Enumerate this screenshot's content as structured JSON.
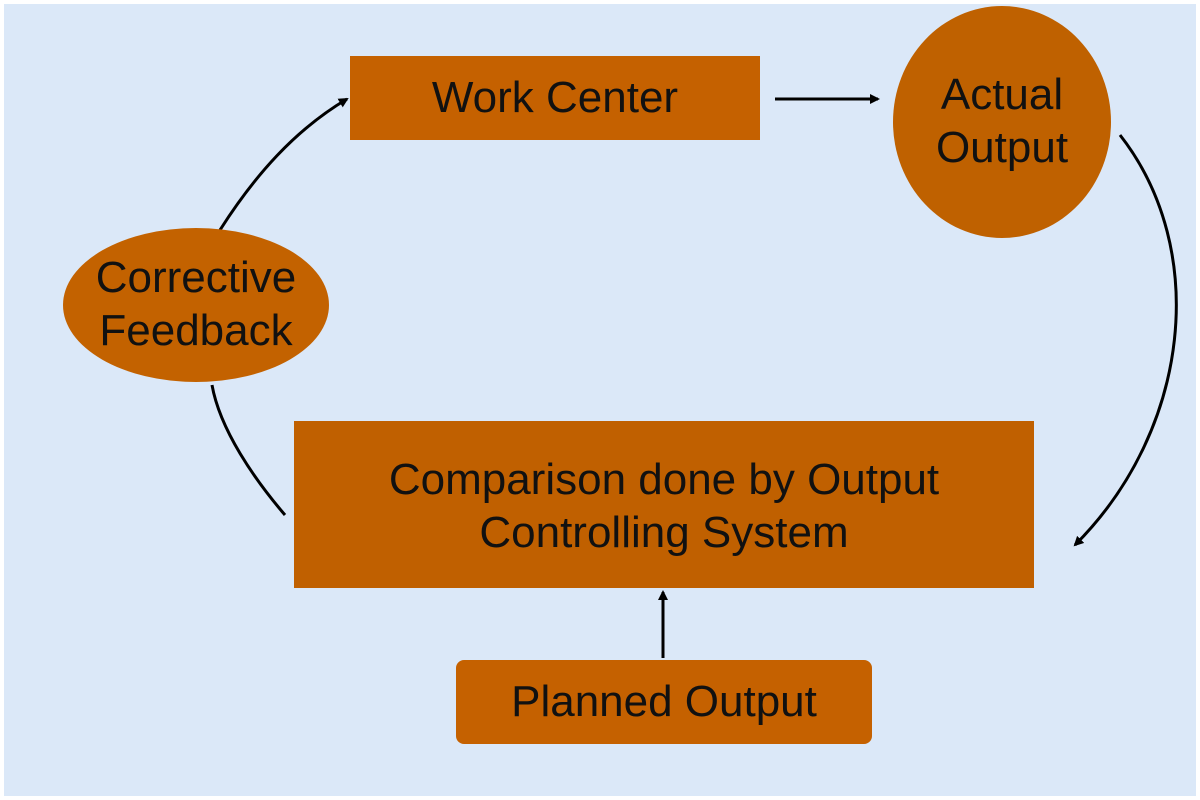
{
  "nodes": {
    "work_center": {
      "lines": [
        "Work Center"
      ]
    },
    "actual_output": {
      "lines": [
        "Actual",
        "Output"
      ]
    },
    "corrective_feedback": {
      "lines": [
        "Corrective",
        "Feedback"
      ]
    },
    "comparison": {
      "lines": [
        "Comparison done by Output",
        "Controlling System"
      ]
    },
    "planned_output": {
      "lines": [
        "Planned Output"
      ]
    }
  },
  "colors": {
    "background": "#dbe8f8",
    "node_fill": "#c56100",
    "text": "#111111",
    "arrow": "#000000"
  }
}
